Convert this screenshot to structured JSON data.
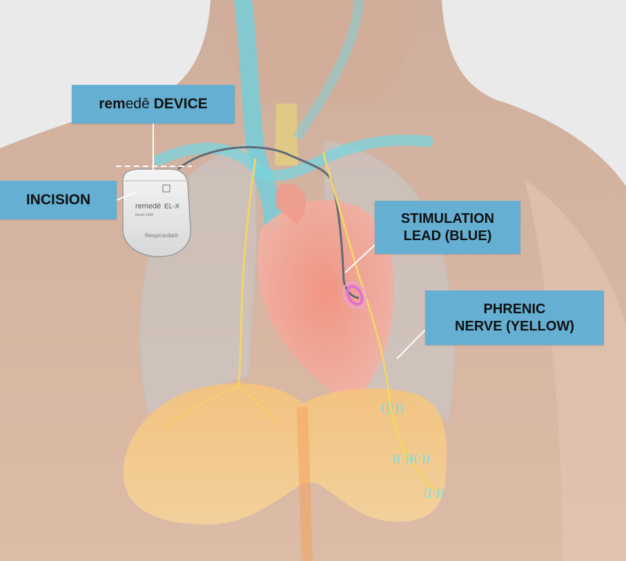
{
  "callouts": {
    "device": {
      "brand_bold": "rem",
      "brand_light": "edē",
      "suffix": " DEVICE"
    },
    "incision": "INCISION",
    "stimulation_lead": {
      "line1": "STIMULATION",
      "line2": "LEAD (BLUE)"
    },
    "phrenic_nerve": {
      "line1": "PHRENIC",
      "line2": "NERVE (YELLOW)"
    }
  },
  "device_labels": {
    "brand": "remedē",
    "model": "EL-X",
    "model_sub": "Model 1000",
    "maker": "Respicardia®"
  },
  "colors": {
    "callout": "#64afd2",
    "skin": "#d7b29c",
    "background": "#ececec",
    "vessel": "#6fd0dc",
    "heart": "#f08a7c",
    "diaphragm": "#f6c97a",
    "nerve": "#f5dc72",
    "electrode": "#66e0ec",
    "lead_electrode": "#e070d8",
    "lung": "#c3cfd8"
  },
  "icons": [
    "pulse-generator-icon",
    "electrode-icon"
  ]
}
